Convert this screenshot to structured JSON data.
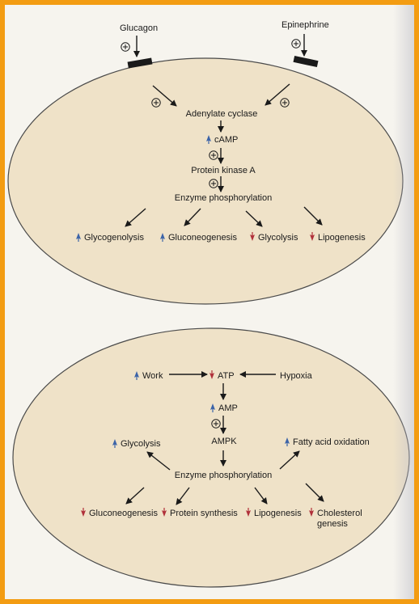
{
  "colors": {
    "up_arrow": "#3b63a8",
    "down_arrow": "#b0303a",
    "cell_fill": "#efe2c8",
    "frame": "#f39c12"
  },
  "top": {
    "glucagon": "Glucagon",
    "epinephrine": "Epinephrine",
    "plus": "+",
    "adenylate_cyclase": "Adenylate cyclase",
    "camp": "cAMP",
    "pka": "Protein kinase A",
    "enzyme_phos": "Enzyme phosphorylation",
    "glycogenolysis": "Glycogenolysis",
    "gluconeogenesis": "Gluconeogenesis",
    "glycolysis": "Glycolysis",
    "lipogenesis": "Lipogenesis"
  },
  "bottom": {
    "work": "Work",
    "atp": "ATP",
    "hypoxia": "Hypoxia",
    "amp": "AMP",
    "plus": "+",
    "ampk": "AMPK",
    "glycolysis": "Glycolysis",
    "fatty_acid_oxidation": "Fatty acid oxidation",
    "enzyme_phos": "Enzyme phosphorylation",
    "gluconeogenesis": "Gluconeogenesis",
    "protein_synthesis": "Protein synthesis",
    "lipogenesis": "Lipogenesis",
    "cholesterol_line1": "Cholesterol",
    "cholesterol_line2": "genesis"
  }
}
